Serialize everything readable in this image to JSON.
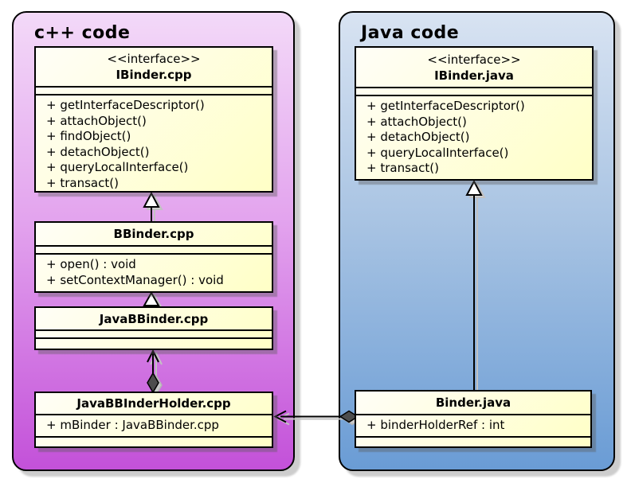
{
  "cpp_package": {
    "title": "c++ code",
    "classes": {
      "ibinder": {
        "stereotype": "<<interface>>",
        "name": "IBinder.cpp",
        "methods": [
          "+ getInterfaceDescriptor()",
          "+ attachObject()",
          "+ findObject()",
          "+ detachObject()",
          "+ queryLocalInterface()",
          "+ transact()"
        ]
      },
      "bbinder": {
        "name": "BBinder.cpp",
        "methods": [
          "+ open() : void",
          "+ setContextManager() : void"
        ]
      },
      "javabbinder": {
        "name": "JavaBBinder.cpp"
      },
      "holder": {
        "name": "JavaBBInderHolder.cpp",
        "attributes": [
          "+ mBinder : JavaBBinder.cpp"
        ]
      }
    }
  },
  "java_package": {
    "title": "Java code",
    "classes": {
      "ibinder": {
        "stereotype": "<<interface>>",
        "name": "IBinder.java",
        "methods": [
          "+ getInterfaceDescriptor()",
          "+ attachObject()",
          "+ detachObject()",
          "+ queryLocalInterface()",
          "+ transact()"
        ]
      },
      "binder": {
        "name": "Binder.java",
        "attributes": [
          "+ binderHolderRef : int"
        ]
      }
    }
  },
  "colors": {
    "cpp_gradient_top": "#f3d9f8",
    "cpp_gradient_bottom": "#c351d9",
    "java_gradient_top": "#d8e3f2",
    "java_gradient_bottom": "#6a9cd5",
    "class_fill_top": "#fffef7",
    "class_fill_bottom": "#ffffc6",
    "outline": "#000000",
    "shadow": "#c8c8c8",
    "diamond_fill": "#4d4d4d"
  }
}
